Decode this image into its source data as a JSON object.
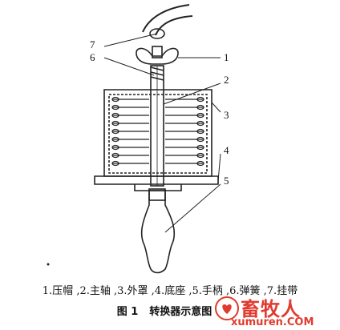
{
  "callouts": [
    "1",
    "2",
    "3",
    "4",
    "5",
    "6",
    "7"
  ],
  "legend": "1.压帽 ,2.主轴 ,3.外罩 ,4.底座 ,5.手柄 ,6.弹簧 ,7.挂带",
  "caption": {
    "number": "图 1",
    "title": "转换器示意图"
  },
  "watermark": {
    "brand": "畜牧人",
    "site": "xumuren.COM"
  },
  "colors": {
    "line": "#222222",
    "watermark": "#e13a2e"
  }
}
